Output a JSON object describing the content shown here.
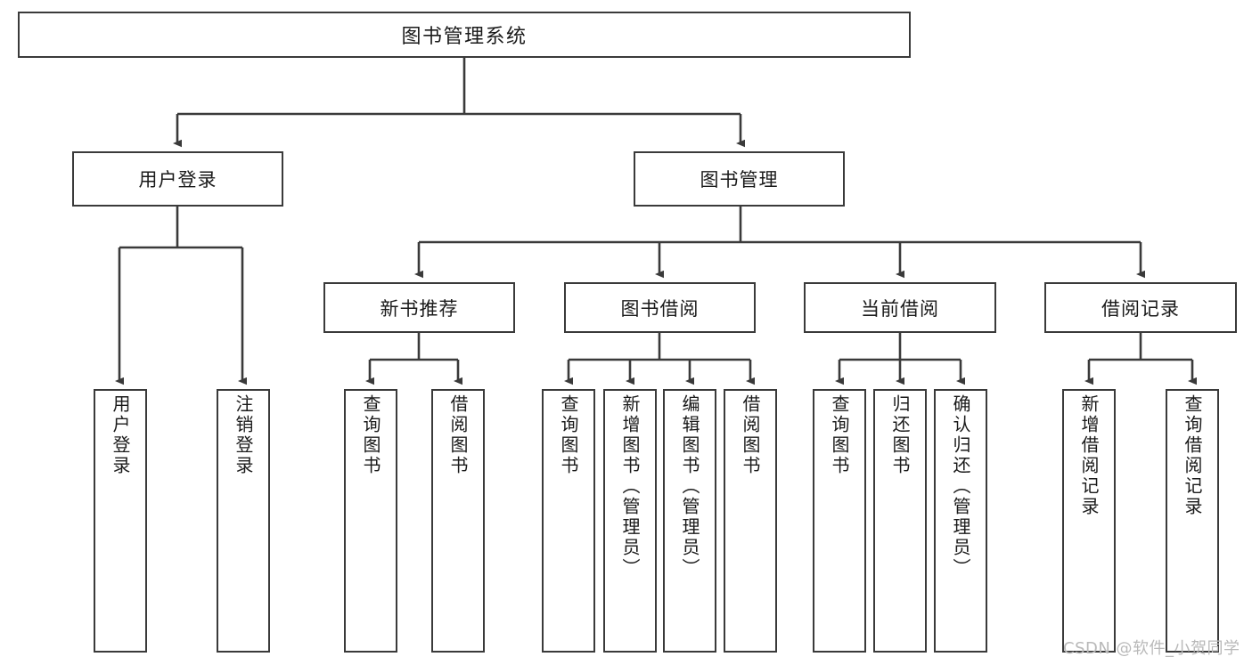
{
  "diagram": {
    "type": "tree-hierarchy",
    "title": "图书管理系统",
    "root": {
      "label": "图书管理系统"
    },
    "level2": [
      {
        "label": "用户登录"
      },
      {
        "label": "图书管理"
      }
    ],
    "level3": [
      {
        "label": "新书推荐"
      },
      {
        "label": "图书借阅"
      },
      {
        "label": "当前借阅"
      },
      {
        "label": "借阅记录"
      }
    ],
    "leaves": {
      "user_login": [
        "用户登录",
        "注销登录"
      ],
      "new_book": [
        "查询图书",
        "借阅图书"
      ],
      "book_borrow": [
        "查询图书",
        "新增图书（管理员）",
        "编辑图书（管理员）",
        "借阅图书"
      ],
      "current_borrow": [
        "查询图书",
        "归还图书",
        "确认归还（管理员）"
      ],
      "borrow_record": [
        "新增借阅记录",
        "查询借阅记录"
      ]
    }
  },
  "watermark": {
    "text": "CSDN @软件_小贺同学"
  },
  "colors": {
    "stroke": "#3a3a3a",
    "text": "#1a1a1a",
    "background": "#ffffff",
    "watermark": "#b9b9b9"
  }
}
